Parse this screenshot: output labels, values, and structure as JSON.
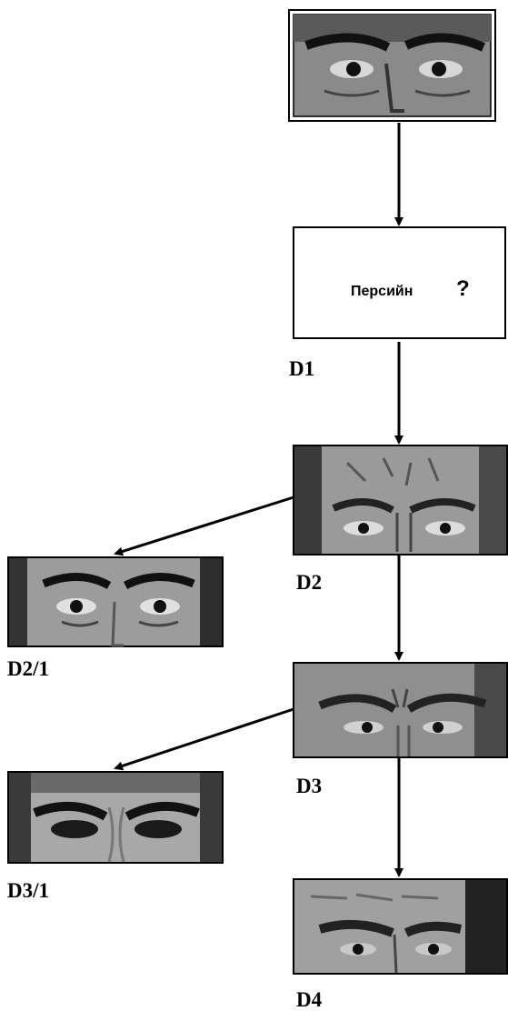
{
  "diagram": {
    "question_box": {
      "text": "Персийн",
      "mark": "?"
    },
    "labels": {
      "d1": "D1",
      "d2": "D2",
      "d2_1": "D2/1",
      "d3": "D3",
      "d3_1": "D3/1",
      "d4": "D4"
    }
  }
}
